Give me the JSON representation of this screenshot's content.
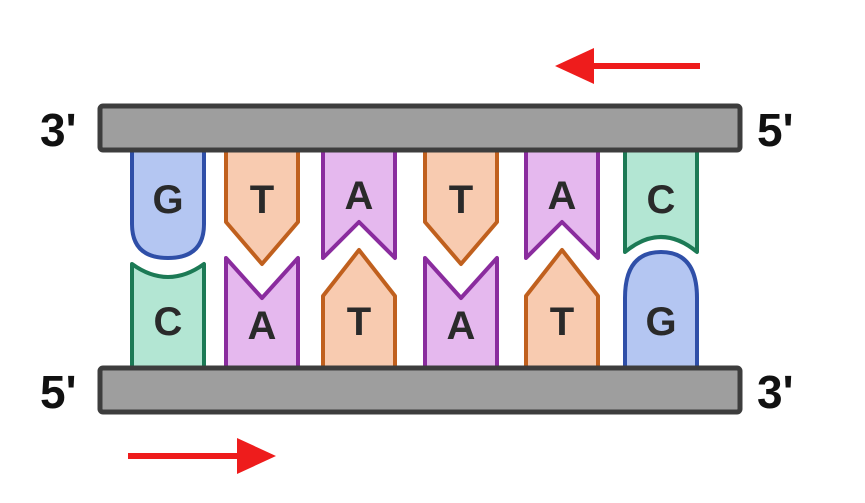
{
  "top_strand": {
    "left_label": "3'",
    "right_label": "5'",
    "bases": [
      "G",
      "T",
      "A",
      "T",
      "A",
      "C"
    ],
    "direction": "right-to-left"
  },
  "bottom_strand": {
    "left_label": "5'",
    "right_label": "3'",
    "bases": [
      "C",
      "A",
      "T",
      "A",
      "T",
      "G"
    ],
    "direction": "left-to-right"
  },
  "colors": {
    "backbone_fill": "#9e9e9e",
    "backbone_stroke": "#3d3d3d",
    "arrow": "#ee1c1c",
    "G": {
      "fill": "#b4c6f2",
      "stroke": "#2f4fa8"
    },
    "C": {
      "fill": "#b3e6d3",
      "stroke": "#1c7a55"
    },
    "A": {
      "fill": "#e5b8ee",
      "stroke": "#8a2c9e"
    },
    "T": {
      "fill": "#f8cbb0",
      "stroke": "#c0601e"
    }
  }
}
